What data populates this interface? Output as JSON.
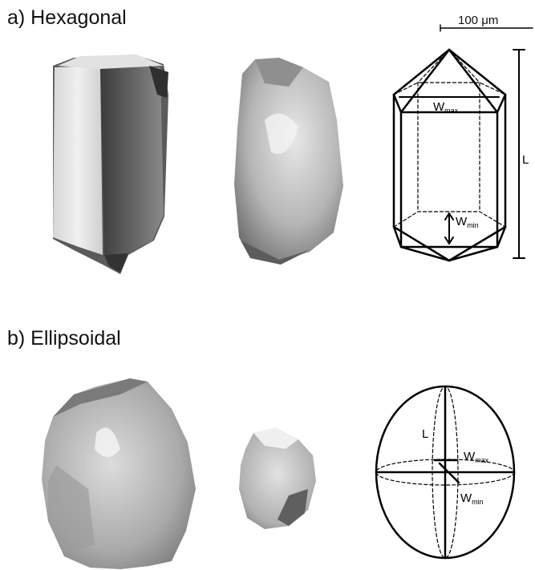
{
  "panels": {
    "a": {
      "heading": "a) Hexagonal",
      "scale_bar": "100 μm",
      "labels": {
        "wmax_main": "W",
        "wmax_sub": "max",
        "wmin_main": "W",
        "wmin_sub": "min",
        "length": "L"
      }
    },
    "b": {
      "heading": "b) Ellipsoidal",
      "labels": {
        "length": "L",
        "wmax_main": "W",
        "wmax_sub": "max",
        "wmin_main": "W",
        "wmin_sub": "min"
      }
    }
  },
  "colors": {
    "ink": "#000000",
    "crystal_light": "#e6e6e6",
    "crystal_mid": "#a8a8a8",
    "crystal_dark": "#4a4a4a"
  }
}
